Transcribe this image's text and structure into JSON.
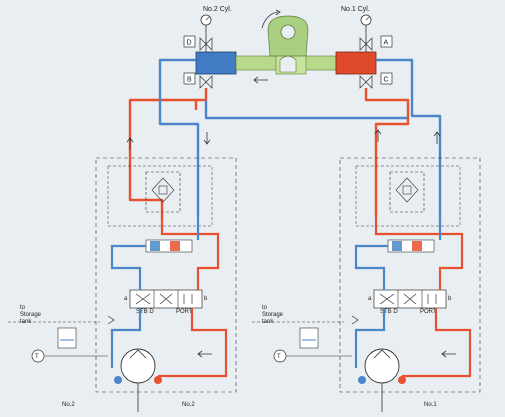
{
  "cylinders": {
    "no2": "No.2 Cyl.",
    "no1": "No.1 Cyl."
  },
  "ports": {
    "D": "D",
    "B": "B",
    "A": "A",
    "C": "C"
  },
  "units": {
    "left": {
      "storage": "to\nStorage\ntank",
      "storage_lines": [
        "to",
        "Storage",
        "tank"
      ],
      "valve_a": "a",
      "valve_b": "b",
      "stbd": "STB D",
      "port": "PORT",
      "pump_label": "No.2",
      "pump_label2": "No.2"
    },
    "right": {
      "storage_lines": [
        "to",
        "Storage",
        "tank"
      ],
      "valve_a": "a",
      "valve_b": "b",
      "stbd": "STB D",
      "port": "PORT",
      "pump_label": "No.1"
    }
  },
  "colors": {
    "red_line": "#e8512e",
    "blue_line": "#4a86c8",
    "cyl_blue": "#3f7cc4",
    "cyl_red": "#e04a2c",
    "ram_green": "#b9d98a",
    "tiller_green": "#a9cf80",
    "background": "#e9eef2"
  }
}
